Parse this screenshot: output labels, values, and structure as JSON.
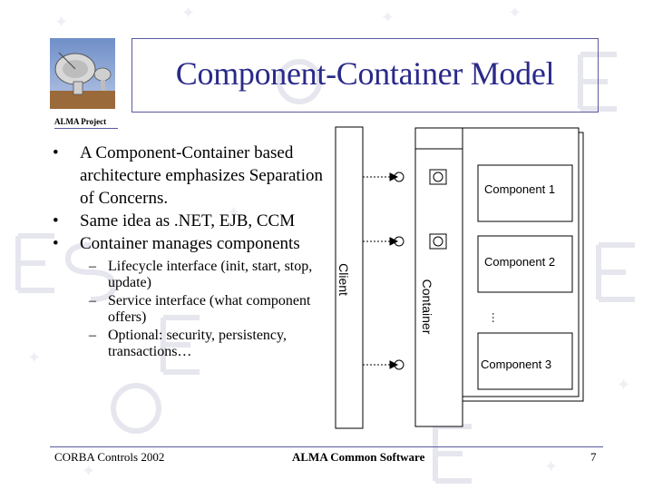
{
  "slide": {
    "title": "Component-Container Model",
    "project_label": "ALMA Project"
  },
  "bullets": [
    {
      "text": "A Component-Container based architecture emphasizes Separation of Concerns."
    },
    {
      "text": "Same idea as .NET, EJB, CCM"
    },
    {
      "text": "Container manages components"
    }
  ],
  "sub_bullets": [
    {
      "text": "Lifecycle interface (init, start, stop, update)"
    },
    {
      "text": "Service interface (what component offers)"
    },
    {
      "text": "Optional: security, persistency, transactions…"
    }
  ],
  "diagram": {
    "client_label": "Client",
    "container_label": "Container",
    "components": [
      {
        "label": "Component 1"
      },
      {
        "label": "Component 2"
      },
      {
        "label": "Component 3"
      }
    ],
    "ellipsis": "…"
  },
  "footer": {
    "left": "CORBA Controls 2002",
    "center": "ALMA Common Software",
    "page": "7"
  },
  "colors": {
    "title": "#2a2a8a",
    "frame": "#5a5aa0",
    "watermark": "#e6e6ee"
  }
}
